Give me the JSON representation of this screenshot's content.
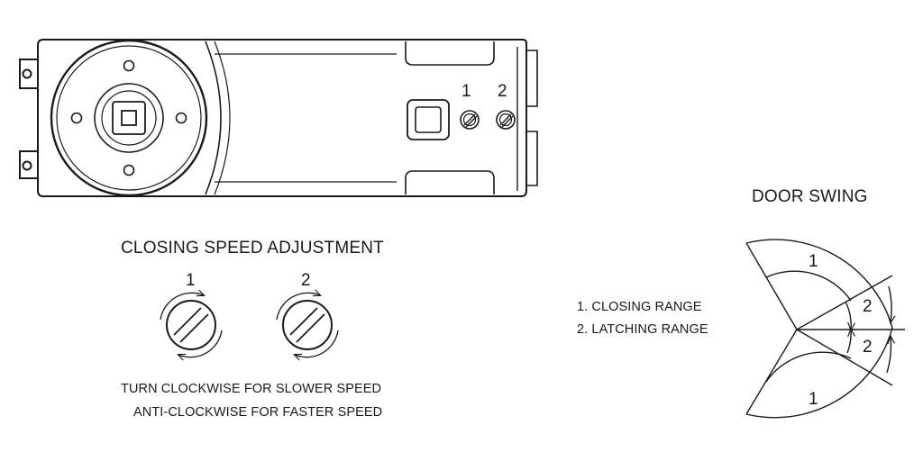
{
  "closer": {
    "screw_labels": [
      "1",
      "2"
    ]
  },
  "speed_adjustment": {
    "title": "CLOSING SPEED ADJUSTMENT",
    "valve_labels": [
      "1",
      "2"
    ],
    "instruction_line1": "TURN CLOCKWISE FOR SLOWER SPEED",
    "instruction_line2": "ANTI-CLOCKWISE FOR FASTER SPEED"
  },
  "door_swing": {
    "title": "DOOR SWING",
    "legend": [
      "1. CLOSING RANGE",
      "2. LATCHING RANGE"
    ],
    "zone_labels": {
      "upper_closing": "1",
      "upper_latching": "2",
      "lower_latching": "2",
      "lower_closing": "1"
    }
  },
  "colors": {
    "line": "#1a1a1a",
    "body_fill": "#ffffff"
  }
}
